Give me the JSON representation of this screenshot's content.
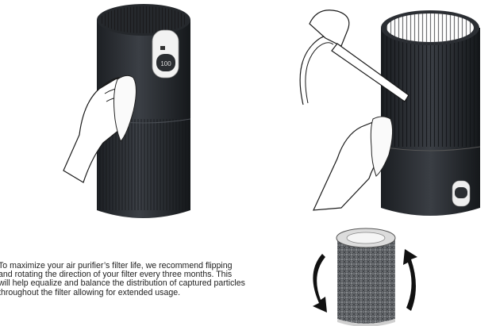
{
  "purifier_display": "100",
  "caption_lines": [
    "To maximize your air purifier’s filter life, we recommend flipping",
    "and rotating the direction of your filter every three months. This",
    "will help equalize and balance the distribution of captured particles",
    "throughout the filter allowing for extended usage."
  ],
  "icons": [
    "purifier-wipe-illustration",
    "vacuum-clean-illustration",
    "filter-rotate-illustration",
    "rotate-arrow-left-icon",
    "rotate-arrow-right-icon"
  ]
}
